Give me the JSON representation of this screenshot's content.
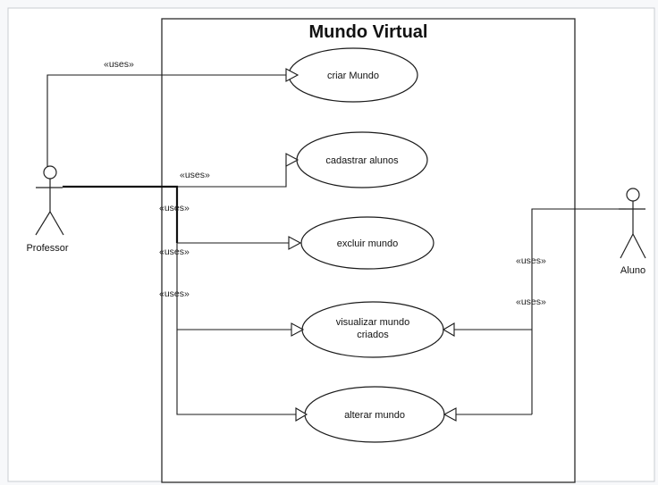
{
  "diagram": {
    "title": "Mundo Virtual",
    "actors": [
      {
        "id": "professor",
        "label": "Professor"
      },
      {
        "id": "aluno",
        "label": "Aluno"
      }
    ],
    "use_cases": [
      {
        "id": "criar",
        "label_lines": [
          "criar Mundo"
        ]
      },
      {
        "id": "cadastrar",
        "label_lines": [
          "cadastrar alunos"
        ]
      },
      {
        "id": "excluir",
        "label_lines": [
          "excluir mundo"
        ]
      },
      {
        "id": "visualizar",
        "label_lines": [
          "visualizar mundo",
          "criados"
        ]
      },
      {
        "id": "alterar",
        "label_lines": [
          "alterar mundo"
        ]
      }
    ],
    "stereotypes": [
      "«uses»",
      "«uses»",
      "«uses»",
      "«uses»",
      "«uses»",
      "«uses»",
      "«uses»"
    ],
    "relations": [
      {
        "from": "professor",
        "to": "criar",
        "stereotype": "«uses»"
      },
      {
        "from": "professor",
        "to": "cadastrar",
        "stereotype": "«uses»"
      },
      {
        "from": "professor",
        "to": "excluir",
        "stereotype": "«uses»"
      },
      {
        "from": "professor",
        "to": "visualizar",
        "stereotype": "«uses»"
      },
      {
        "from": "professor",
        "to": "alterar",
        "stereotype": "«uses»"
      },
      {
        "from": "aluno",
        "to": "visualizar",
        "stereotype": "«uses»"
      },
      {
        "from": "aluno",
        "to": "alterar",
        "stereotype": "«uses»"
      }
    ]
  }
}
